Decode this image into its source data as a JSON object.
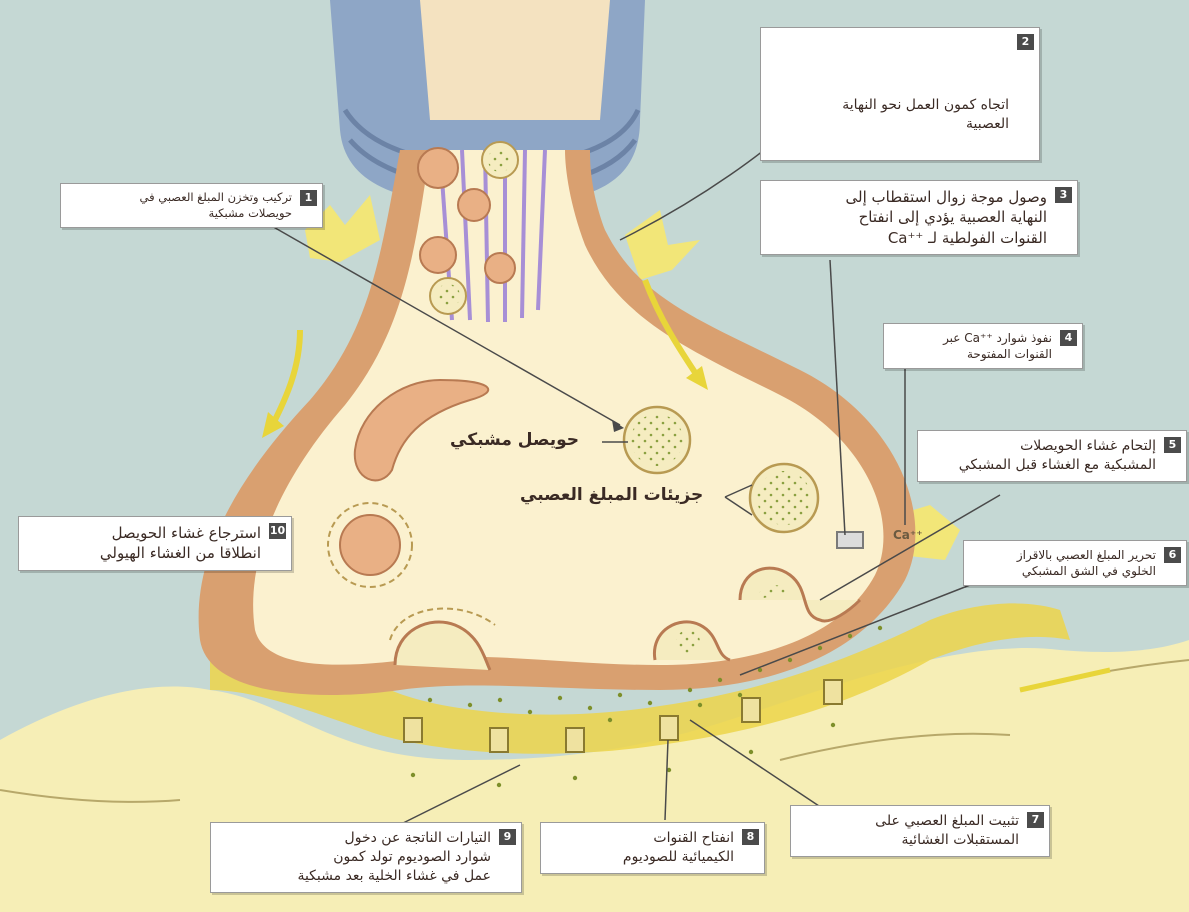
{
  "colors": {
    "background": "#c5d8d4",
    "bouton_fill": "#fbf1cf",
    "membrane_band": "#d9a070",
    "axon_sheath": "#8ea6c6",
    "cleft_yellow": "#ecd54a",
    "postsynaptic": "#f6eeb6",
    "microtubules": "#a78fd6",
    "box_border": "#9a9a9a",
    "number_badge": "#4b4b4b"
  },
  "icons": {
    "action_potential_graph": "action-potential-icon"
  },
  "steps": [
    {
      "number": "1",
      "text": "تركيب وتخزن المبلغ العصبي في\nحويصلات مشبكية"
    },
    {
      "number": "2",
      "text": "اتجاه كمون العمل نحو النهاية\nالعصبية"
    },
    {
      "number": "3",
      "text": "وصول موجة زوال استقطاب إلى\nالنهاية العصبية يؤدي إلى انفتاح\nالقنوات الفولطية لـ ⁺⁺Ca"
    },
    {
      "number": "4",
      "text": "نفوذ شوارد ⁺⁺Ca عبر\nالقنوات المفتوحة"
    },
    {
      "number": "5",
      "text": "إلتحام غشاء الحويصلات\nالمشبكية مع الغشاء قبل المشبكي"
    },
    {
      "number": "6",
      "text": "تحرير المبلغ العصبي بالاقراز\nالخلوي في الشق المشبكي"
    },
    {
      "number": "7",
      "text": "تثبيت المبلغ العصبي على\nالمستقبلات الغشائية"
    },
    {
      "number": "8",
      "text": "انفتاح القنوات\nالكيميائية للصوديوم"
    },
    {
      "number": "9",
      "text": "التيارات الناتجة عن دخول\nشوارد الصوديوم تولد كمون\nعمل في غشاء الخلية بعد مشبكية"
    },
    {
      "number": "10",
      "text": "استرجاع غشاء الحويصل\nانطلاقا من الغشاء الهيولي"
    }
  ],
  "labels": {
    "vesicle": "حويصل مشبكي",
    "neurotransmitter": "جزيئات المبلغ العصبي",
    "calcium": "Ca⁺⁺"
  }
}
